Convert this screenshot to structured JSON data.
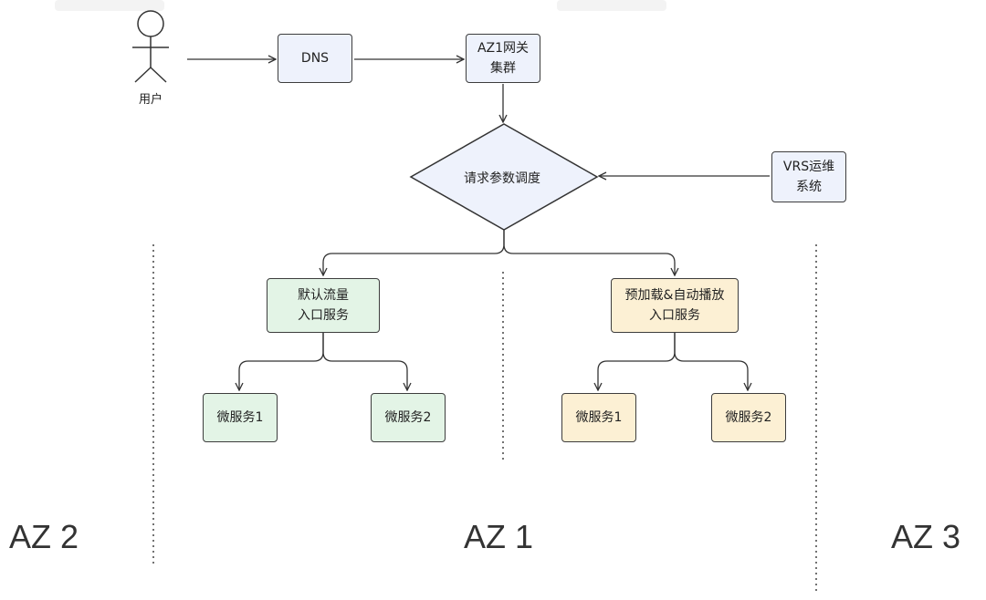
{
  "actor": {
    "label": "用户"
  },
  "nodes": {
    "dns": "DNS",
    "gateway": "AZ1网关\n集群",
    "router": "请求参数调度",
    "vrs": "VRS运维\n系统",
    "default_entry": "默认流量\n入口服务",
    "preload_entry": "预加载&自动播放\n入口服务",
    "ms_default_1": "微服务1",
    "ms_default_2": "微服务2",
    "ms_preload_1": "微服务1",
    "ms_preload_2": "微服务2"
  },
  "zones": {
    "left": "AZ 2",
    "center": "AZ 1",
    "right": "AZ 3"
  },
  "colors": {
    "blue": "#eef2fc",
    "green": "#e3f4e6",
    "yellow": "#fcf0d4",
    "line": "#333333"
  }
}
